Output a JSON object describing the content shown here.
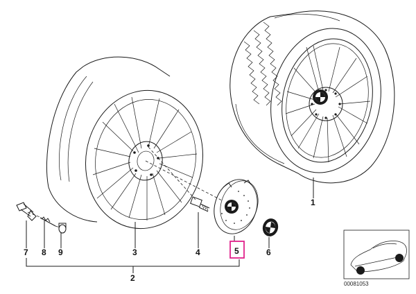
{
  "callouts": {
    "c1": "1",
    "c2": "2",
    "c3": "3",
    "c4": "4",
    "c5": "5",
    "c6": "6",
    "c7": "7",
    "c8": "8",
    "c9": "9"
  },
  "highlighted_callout": "5",
  "highlight_color": "#e0218a",
  "reference_code": "00081053",
  "icons": [
    "tire-wheel-assembly",
    "light-alloy-rim",
    "wheel-bolt",
    "hub-cap",
    "emblem",
    "valve",
    "valve-insert",
    "valve-cap",
    "car-thumbnail"
  ]
}
